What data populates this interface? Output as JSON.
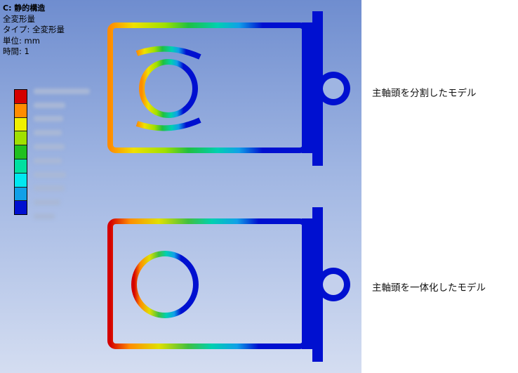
{
  "legend": {
    "title": "C: 静的構造",
    "result": "全変形量",
    "type_label": "タイプ: 全変形量",
    "unit_label": "単位: mm",
    "time_label": "時間: 1",
    "colors": [
      "#d40000",
      "#ff8c00",
      "#f0f000",
      "#a0e000",
      "#20c020",
      "#00e0a0",
      "#00e8f0",
      "#10a0e8",
      "#0010d0"
    ]
  },
  "captions": {
    "split_model": "主軸頭を分割したモデル",
    "integrated_model": "主軸頭を一体化したモデル"
  }
}
